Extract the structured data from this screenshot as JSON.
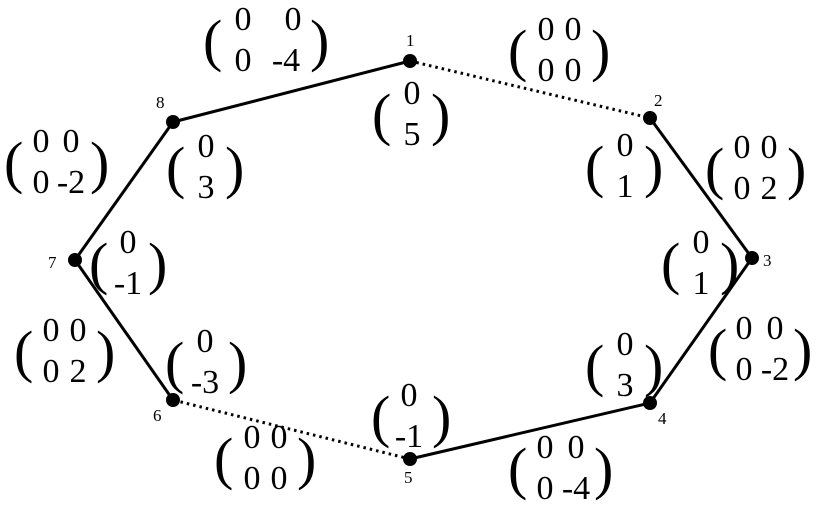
{
  "vertices": [
    {
      "id": "v1",
      "label": "1",
      "vector": [
        "0",
        "5"
      ]
    },
    {
      "id": "v2",
      "label": "2",
      "vector": [
        "0",
        "1"
      ]
    },
    {
      "id": "v3",
      "label": "3",
      "vector": [
        "0",
        "1"
      ]
    },
    {
      "id": "v4",
      "label": "4",
      "vector": [
        "0",
        "3"
      ]
    },
    {
      "id": "v5",
      "label": "5",
      "vector": [
        "0",
        "-1"
      ]
    },
    {
      "id": "v6",
      "label": "6",
      "vector": [
        "0",
        "-3"
      ]
    },
    {
      "id": "v7",
      "label": "7",
      "vector": [
        "0",
        "-1"
      ]
    },
    {
      "id": "v8",
      "label": "8",
      "vector": [
        "0",
        "3"
      ]
    }
  ],
  "edges": [
    {
      "from": "1",
      "to": "2",
      "style": "dotted",
      "matrix": [
        [
          "0",
          "0"
        ],
        [
          "0",
          "0"
        ]
      ]
    },
    {
      "from": "2",
      "to": "3",
      "style": "solid",
      "matrix": [
        [
          "0",
          "0"
        ],
        [
          "0",
          "2"
        ]
      ]
    },
    {
      "from": "3",
      "to": "4",
      "style": "solid",
      "matrix": [
        [
          "0",
          "0"
        ],
        [
          "0",
          "-2"
        ]
      ]
    },
    {
      "from": "4",
      "to": "5",
      "style": "solid",
      "matrix": [
        [
          "0",
          "0"
        ],
        [
          "0",
          "-4"
        ]
      ]
    },
    {
      "from": "5",
      "to": "6",
      "style": "dotted",
      "matrix": [
        [
          "0",
          "0"
        ],
        [
          "0",
          "0"
        ]
      ]
    },
    {
      "from": "6",
      "to": "7",
      "style": "solid",
      "matrix": [
        [
          "0",
          "0"
        ],
        [
          "0",
          "2"
        ]
      ]
    },
    {
      "from": "7",
      "to": "8",
      "style": "solid",
      "matrix": [
        [
          "0",
          "0"
        ],
        [
          "0",
          "-2"
        ]
      ]
    },
    {
      "from": "8",
      "to": "1",
      "style": "solid",
      "matrix": [
        [
          "0",
          "0"
        ],
        [
          "0",
          "-4"
        ]
      ]
    }
  ]
}
